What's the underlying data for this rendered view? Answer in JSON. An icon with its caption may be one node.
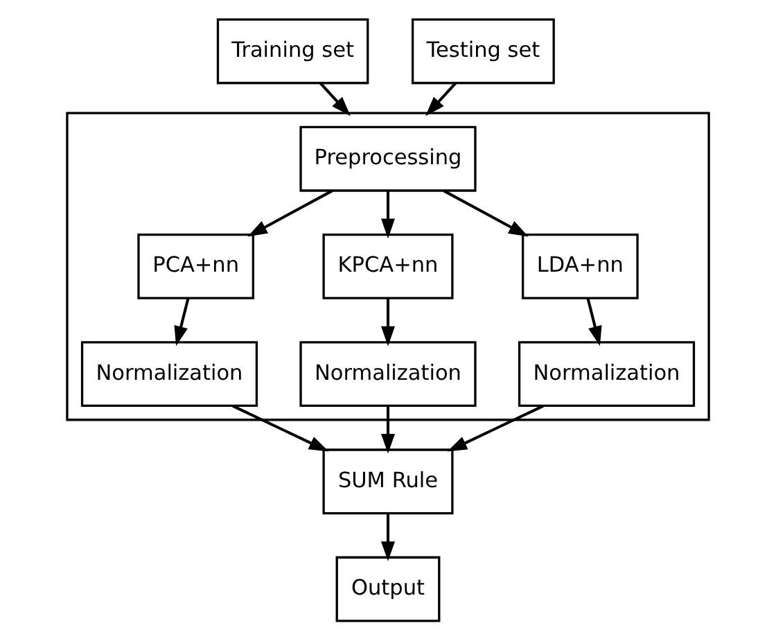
{
  "diagram": {
    "nodes": [
      {
        "text": [
          "Training set"
        ]
      },
      {
        "text": [
          "Testing set"
        ]
      },
      {
        "text": [],
        "shape": "box"
      },
      {
        "text": [
          "Preprocessing"
        ],
        "in": 2
      },
      {
        "text": [
          "PCA+nn"
        ],
        "in": 2
      },
      {
        "text": [
          "KPCA+nn"
        ],
        "in": 2
      },
      {
        "text": [
          "LDA+nn"
        ],
        "in": 2
      },
      {
        "text": [
          "Normalization"
        ],
        "in": 2
      },
      {
        "text": [
          "Normalization"
        ],
        "in": 2
      },
      {
        "text": [
          "Normalization"
        ],
        "in": 2
      },
      {
        "text": [
          "SUM Rule"
        ]
      },
      {
        "text": [
          "Output"
        ]
      }
    ],
    "edges": [
      {
        "from": 0,
        "to": 2,
        "arrow": "to"
      },
      {
        "from": 1,
        "to": 2,
        "arrow": "to"
      },
      {
        "from": 3,
        "to": 4,
        "arrow": "to"
      },
      {
        "from": 3,
        "to": 5,
        "arrow": "to"
      },
      {
        "from": 3,
        "to": 6,
        "arrow": "to"
      },
      {
        "from": 4,
        "to": 7,
        "arrow": "to"
      },
      {
        "from": 5,
        "to": 8,
        "arrow": "to"
      },
      {
        "from": 6,
        "to": 9,
        "arrow": "to"
      },
      {
        "from": 7,
        "to": 10,
        "arrow": "to"
      },
      {
        "from": 8,
        "to": 10,
        "arrow": "to"
      },
      {
        "from": 9,
        "to": 10,
        "arrow": "to"
      },
      {
        "from": 10,
        "to": 11,
        "arrow": "to"
      }
    ]
  }
}
